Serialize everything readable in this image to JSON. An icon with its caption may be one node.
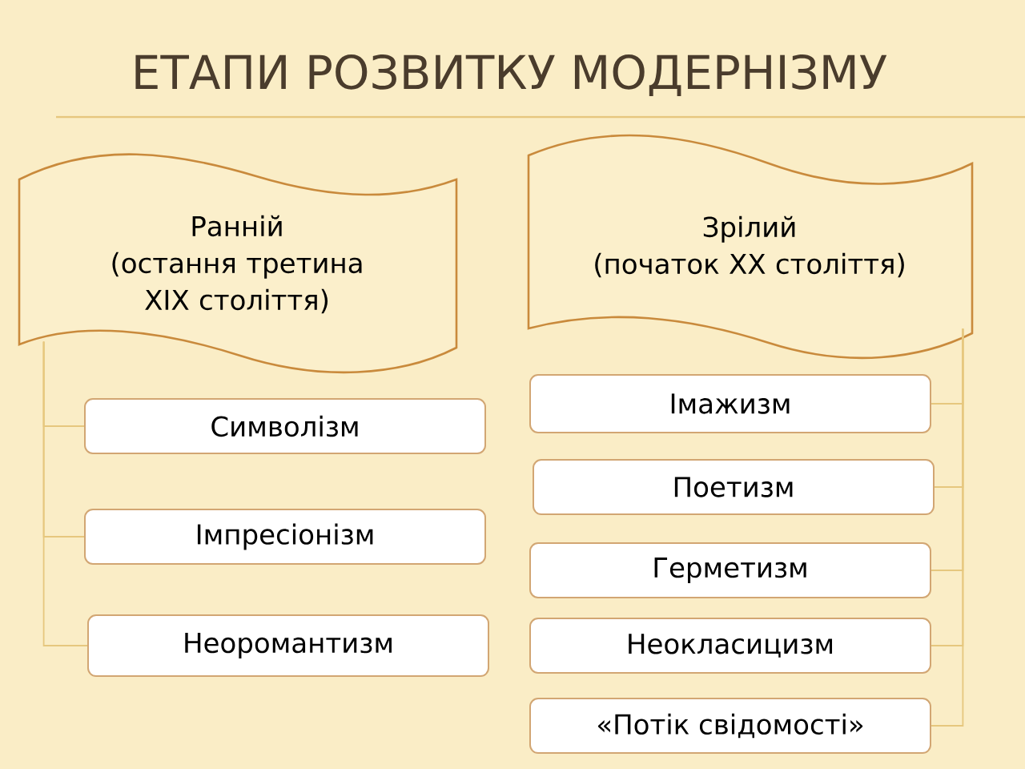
{
  "diagram": {
    "title": "ЕТАПИ РОЗВИТКУ МОДЕРНІЗМУ",
    "nodes": [
      {
        "text": [
          "Ранній",
          "(остання третина XIX століття)"
        ]
      },
      {
        "text": [
          "Зрілий",
          "(початок XX століття)"
        ]
      },
      {
        "text": [
          "Символізм"
        ]
      },
      {
        "text": [
          "Імпресіонізм"
        ]
      },
      {
        "text": [
          "Неоромантизм"
        ]
      },
      {
        "text": [
          "Імажизм"
        ]
      },
      {
        "text": [
          "Поетизм"
        ]
      },
      {
        "text": [
          "Герметизм"
        ]
      },
      {
        "text": [
          "Неокласицизм"
        ]
      },
      {
        "text": [
          "«Потік свідомості»"
        ]
      }
    ],
    "edges": [
      {
        "from": 0,
        "to": 2,
        "arrow": "none"
      },
      {
        "from": 0,
        "to": 3,
        "arrow": "none"
      },
      {
        "from": 0,
        "to": 4,
        "arrow": "none"
      },
      {
        "from": 1,
        "to": 5,
        "arrow": "none"
      },
      {
        "from": 1,
        "to": 6,
        "arrow": "none"
      },
      {
        "from": 1,
        "to": 7,
        "arrow": "none"
      },
      {
        "from": 1,
        "to": 8,
        "arrow": "none"
      },
      {
        "from": 1,
        "to": 9,
        "arrow": "none"
      }
    ]
  }
}
